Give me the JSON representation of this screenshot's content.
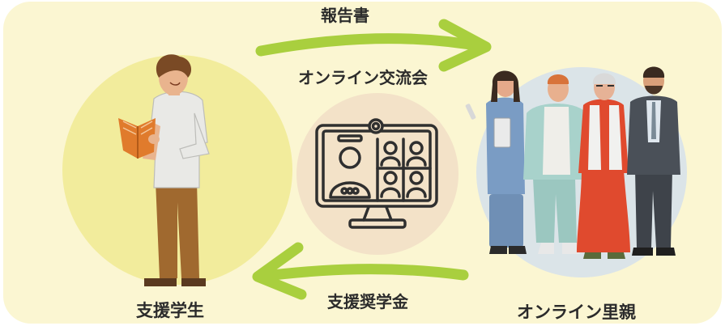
{
  "labels": {
    "top_arrow": "報告書",
    "center": "オンライン交流会",
    "bottom_arrow": "支援奨学金",
    "left_node": "支援学生",
    "right_node": "オンライン里親"
  },
  "colors": {
    "background": "#fbf6d2",
    "arrow": "#a9cf3e",
    "left_circle": "#f2ec9c",
    "center_circle": "#f3e2c8",
    "right_circle": "#dbe4e8",
    "line_art": "#2f2f2f"
  },
  "icons": {
    "center": "video-conference-monitor-icon",
    "left": "student-reading-illustration",
    "right": "foster-parents-group-illustration"
  }
}
